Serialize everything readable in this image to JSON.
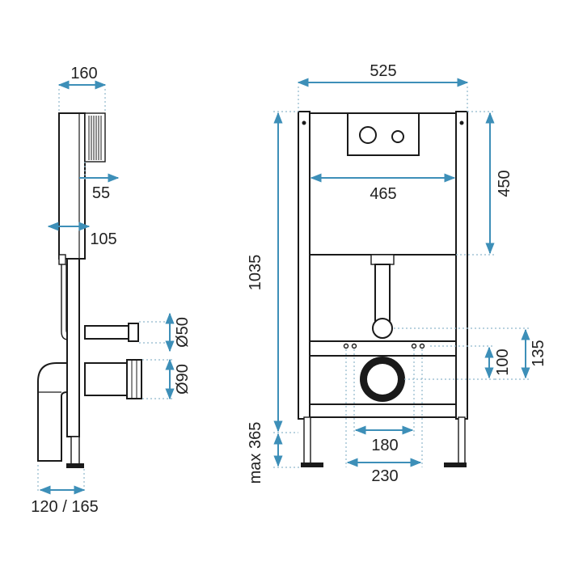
{
  "diagram": {
    "colors": {
      "dimension": "#3d8fb8",
      "outline": "#1a1a1a",
      "background": "#ffffff"
    },
    "side_view": {
      "width_label": "160",
      "button_depth_label": "55",
      "frame_depth_label": "105",
      "pipe_small_label": "Ø50",
      "pipe_large_label": "Ø90",
      "bottom_label": "120 / 165"
    },
    "front_view": {
      "total_width_label": "525",
      "tank_width_label": "465",
      "tank_height_label": "450",
      "total_height_label": "1035",
      "leg_height_label": "max 365",
      "bolt_spacing_small_label": "180",
      "bolt_spacing_large_label": "230",
      "drain_height_label": "100",
      "outlet_height_label": "135"
    }
  }
}
